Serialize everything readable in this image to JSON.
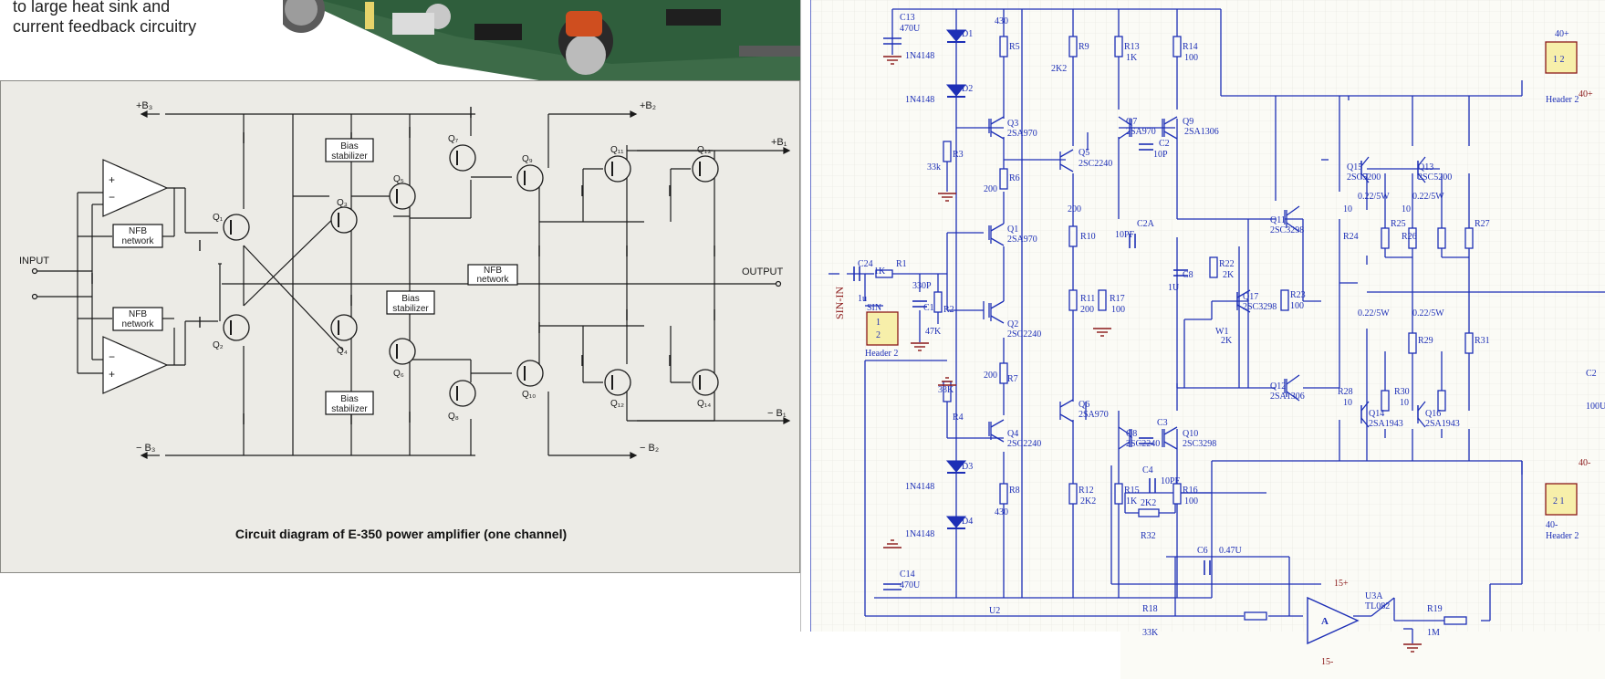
{
  "caption": {
    "line1": "to large heat sink and",
    "line2": "current feedback circuitry"
  },
  "left_diagram": {
    "title": "Circuit diagram of E-350 power amplifier (one channel)",
    "rails": {
      "pb3": "+B₃",
      "pb2": "+B₂",
      "pb1": "+B₁",
      "mb3": "− B₃",
      "mb2": "− B₂",
      "mb1": "− B₁"
    },
    "io": {
      "input": "INPUT",
      "output": "OUTPUT"
    },
    "boxes": {
      "nfb": "NFB",
      "network": "network",
      "bias": "Bias",
      "stabilizer": "stabilizer"
    },
    "transistors": [
      "Q₁",
      "Q₂",
      "Q₃",
      "Q₄",
      "Q₅",
      "Q₆",
      "Q₇",
      "Q₈",
      "Q₉",
      "Q₁₀",
      "Q₁₁",
      "Q₁₂",
      "Q₁₃",
      "Q₁₄"
    ],
    "opamp_signs": {
      "plus": "+",
      "minus": "−"
    }
  },
  "right_schematic": {
    "parts": {
      "c13": "C13",
      "c13v": "470U",
      "c14": "C14",
      "c14v": "470U",
      "d1": "D1",
      "d2": "D2",
      "d3": "D3",
      "d4": "D4",
      "d_type": "1N4148",
      "r5": "R5",
      "r5v": "430",
      "r8": "R8",
      "r8v": "430",
      "r3": "R3",
      "r3v": "33k",
      "r4": "R4",
      "r4v": "33K",
      "r6": "R6",
      "r6v": "200",
      "r7": "R7",
      "r7v": "200",
      "r9": "R9",
      "r9v": "2K2",
      "r13": "R13",
      "r13v": "1K",
      "r14": "R14",
      "r14v": "100",
      "r10": "R10",
      "r10v": "200",
      "r11": "R11",
      "r11v": "200",
      "r17": "R17",
      "r17v": "100",
      "r12": "R12",
      "r12v": "2K2",
      "r15": "R15",
      "r15v": "1K",
      "r16": "R16",
      "r16v": "100",
      "q3": "Q3",
      "q3t": "2SA970",
      "q1": "Q1",
      "q1t": "2SA970",
      "q2": "Q2",
      "q2t": "2SC2240",
      "q4": "Q4",
      "q4t": "2SC2240",
      "q5": "Q5",
      "q5t": "2SC2240",
      "q6": "Q6",
      "q6t": "2SA970",
      "q7": "Q7",
      "q7t": "2SA970",
      "q8": "Q8",
      "q8t": "2SC2240",
      "q9": "Q9",
      "q9t": "2SA1306",
      "q10": "Q10",
      "q10t": "2SC3298",
      "q11": "Q11",
      "q11t": "2SC3298",
      "q12": "Q12",
      "q12t": "2SA1306",
      "q13": "Q13",
      "q13t": "2SC5200",
      "q15": "Q15",
      "q15t": "2SC5200",
      "q14": "Q14",
      "q14t": "2SA1943",
      "q16": "Q16",
      "q16t": "2SA1943",
      "q17": "Q17",
      "q17t": "2SC3298",
      "c2": "C2",
      "c2v": "10P",
      "c3": "C3",
      "c2a": "C2A",
      "c2av": "10PF",
      "c8": "C8",
      "c8v": "1U",
      "c24": "C24",
      "c24v": "1u",
      "r1": "R1",
      "r1v": "1K",
      "c1": "C1",
      "c1v": "330P",
      "r2": "R2",
      "r2v": "47K",
      "sin_net": "SIN-IN",
      "sin": "SIN",
      "header": "Header 2",
      "r22": "R22",
      "r22v": "2K",
      "w1": "W1",
      "w1v": "2K",
      "r23": "R23",
      "r23v": "100",
      "r24": "R24",
      "r24v": "10",
      "r25": "R25",
      "r26": "R26",
      "r26v": "10",
      "r27": "R27",
      "r28": "R28",
      "r28v": "10",
      "r29": "R29",
      "r30": "R30",
      "r30v": "10",
      "r31": "R31",
      "pwr": "0.22/5W",
      "c4": "C4",
      "c4v": "10PF",
      "r32": "R32",
      "r32v": "2K2",
      "c6": "C6",
      "c6v": "0.47U",
      "r18": "R18",
      "r18v": "33K",
      "r19": "R19",
      "r19v": "1M",
      "u2": "U2",
      "u3a": "U3A",
      "u3at": "TL082",
      "p40": "40+",
      "m40": "40-",
      "p15": "15+",
      "m15": "15-",
      "v100u": "100U",
      "c2right": "C2",
      "opa": "A"
    }
  },
  "colors": {
    "schematic_blue": "#1d2fb6",
    "net_red": "#8a1818",
    "header_fill": "#f7efaa",
    "panel_bg": "#ecebe6"
  }
}
